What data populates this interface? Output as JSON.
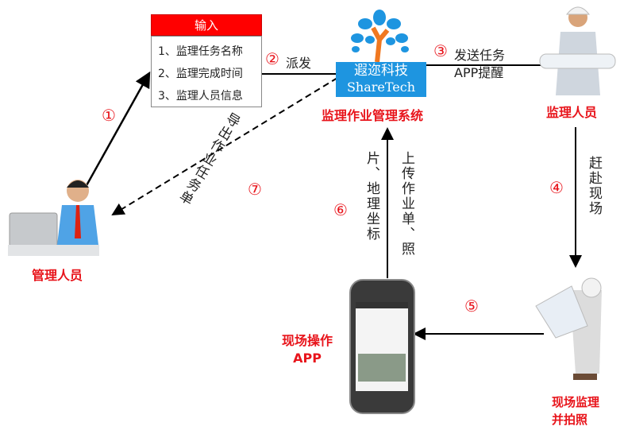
{
  "input": {
    "title": "输入",
    "items": [
      "1、监理任务名称",
      "2、监理完成时间",
      "3、监理人员信息"
    ]
  },
  "logo": {
    "cn": "遐迩科技",
    "en": "ShareTech"
  },
  "system_label": "监理作业管理系统",
  "steps": {
    "s1": "①",
    "s2": "②",
    "s2_text": "派发",
    "s3": "③",
    "s3_text1": "发送任务",
    "s3_text2": "APP提醒",
    "s4": "④",
    "s4_text": "赶赴现场",
    "s5": "⑤",
    "s6": "⑥",
    "s6_text1": "上传作业单、照",
    "s6_text2": "片、地理坐标",
    "s7": "⑦",
    "s7_text": "导出作业任务单"
  },
  "actors": {
    "supervisor": "监理人员",
    "manager": "管理人员",
    "field": [
      "现场监理",
      "并拍照"
    ],
    "app": [
      "现场操作",
      "APP"
    ]
  },
  "colors": {
    "accent": "#e8141b",
    "logo": "#1e95e0"
  }
}
